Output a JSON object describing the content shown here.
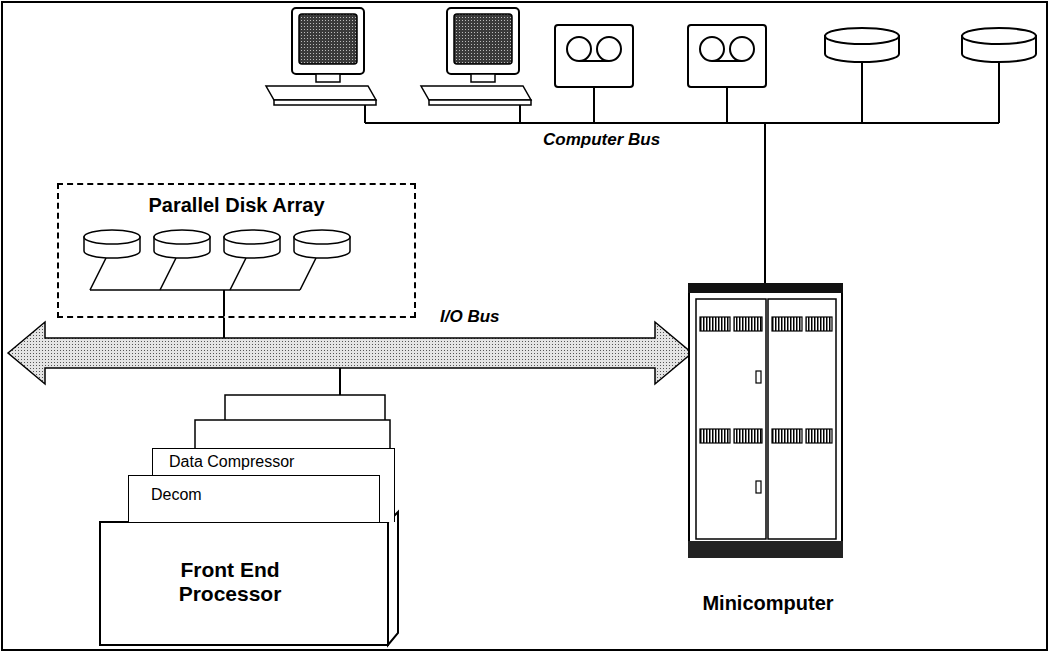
{
  "diagram": {
    "nodes": [
      {
        "text": [
          "Parallel Disk Array"
        ]
      },
      {
        "text": [
          "I/O Bus"
        ]
      },
      {
        "text": [
          "Front End Processor"
        ]
      },
      {
        "text": [
          "Data Compressor"
        ],
        "in": 2
      },
      {
        "text": [
          "Decom"
        ],
        "in": 2
      },
      {
        "text": [
          "Minicomputer"
        ]
      }
    ],
    "edges": [
      {
        "from": 0,
        "to": 1,
        "arrow": "none"
      },
      {
        "from": 2,
        "to": 1,
        "arrow": "none"
      }
    ],
    "labels": [
      "Computer Bus"
    ]
  }
}
